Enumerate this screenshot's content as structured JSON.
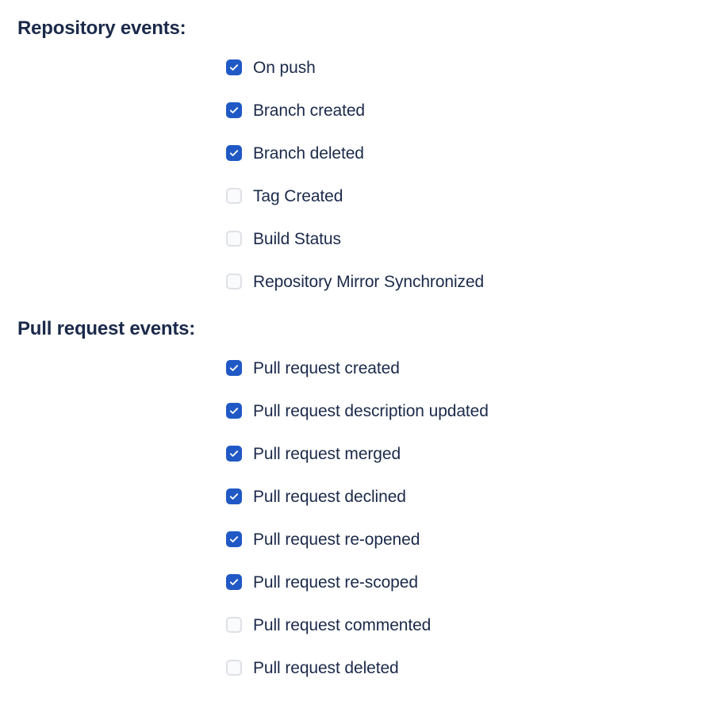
{
  "colors": {
    "background": "#FFFFFF",
    "text": "#1B2A4A",
    "checkbox_checked_fill": "#2059C5",
    "checkbox_unchecked_fill": "#FAFBFC",
    "checkbox_unchecked_border": "#DFE1E6",
    "checkmark": "#FFFFFF"
  },
  "sections": [
    {
      "id": "repository_events",
      "title": "Repository events:",
      "options": [
        {
          "label": "On push",
          "checked": true,
          "icon": "checkbox-checked-icon"
        },
        {
          "label": "Branch created",
          "checked": true,
          "icon": "checkbox-checked-icon"
        },
        {
          "label": "Branch deleted",
          "checked": true,
          "icon": "checkbox-checked-icon"
        },
        {
          "label": "Tag Created",
          "checked": false,
          "icon": "checkbox-unchecked-icon"
        },
        {
          "label": "Build Status",
          "checked": false,
          "icon": "checkbox-unchecked-icon"
        },
        {
          "label": "Repository Mirror Synchronized",
          "checked": false,
          "icon": "checkbox-unchecked-icon"
        }
      ]
    },
    {
      "id": "pull_request_events",
      "title": "Pull request events:",
      "options": [
        {
          "label": "Pull request created",
          "checked": true,
          "icon": "checkbox-checked-icon"
        },
        {
          "label": "Pull request description updated",
          "checked": true,
          "icon": "checkbox-checked-icon"
        },
        {
          "label": "Pull request merged",
          "checked": true,
          "icon": "checkbox-checked-icon"
        },
        {
          "label": "Pull request declined",
          "checked": true,
          "icon": "checkbox-checked-icon"
        },
        {
          "label": "Pull request re-opened",
          "checked": true,
          "icon": "checkbox-checked-icon"
        },
        {
          "label": "Pull request re-scoped",
          "checked": true,
          "icon": "checkbox-checked-icon"
        },
        {
          "label": "Pull request commented",
          "checked": false,
          "icon": "checkbox-unchecked-icon"
        },
        {
          "label": "Pull request deleted",
          "checked": false,
          "icon": "checkbox-unchecked-icon"
        }
      ]
    }
  ]
}
